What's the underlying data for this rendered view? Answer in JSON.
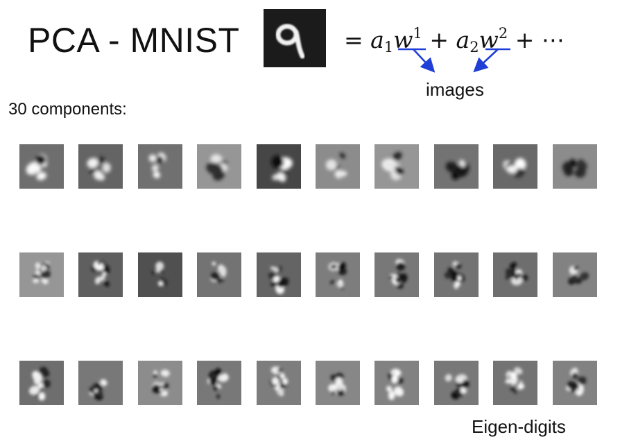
{
  "title": "PCA - MNIST",
  "equation": {
    "equals": "=",
    "a1": "a",
    "a1_sub": "1",
    "w1": "w",
    "w1_sup": "1",
    "plus1": "+",
    "a2": "a",
    "a2_sub": "2",
    "w2": "w",
    "w2_sup": "2",
    "plus2": "+",
    "ellipsis": "⋯"
  },
  "annotation": {
    "label": "images",
    "arrow_color": "#1f3fd6"
  },
  "components_label": "30 components:",
  "footer_label": "Eigen-digits",
  "eigen_digits": {
    "rows": 3,
    "cols": 10,
    "count": 30
  },
  "colors": {
    "background": "#ffffff",
    "text": "#111111",
    "digit_box": "#1b1b1b"
  }
}
